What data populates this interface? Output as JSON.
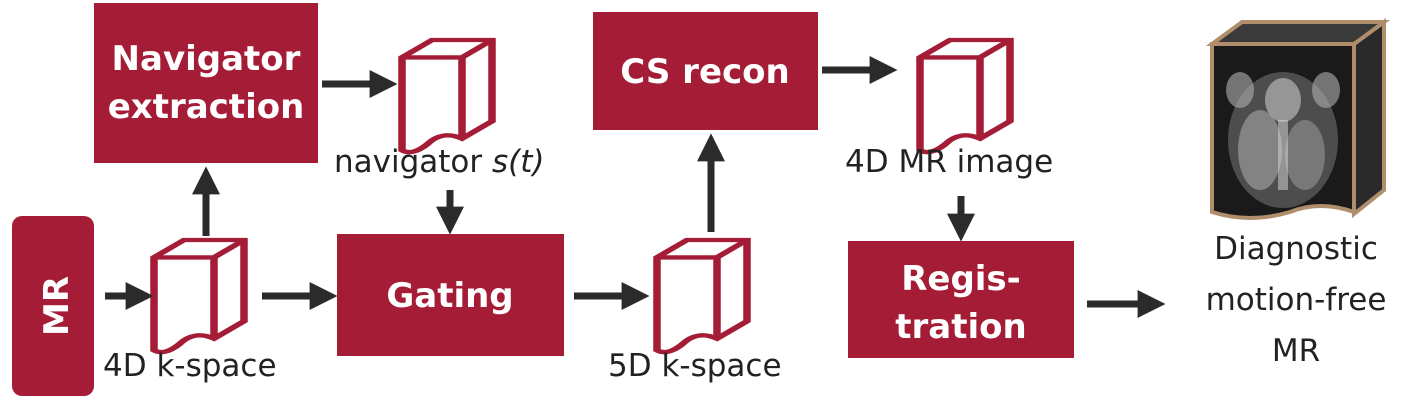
{
  "colors": {
    "box": "#a51c37",
    "arrow": "#2b2b2b",
    "cube_stroke": "#a51c37",
    "photo_frame": "#b08d6b"
  },
  "boxes": {
    "mr": "MR",
    "navigator_line1": "Navigator",
    "navigator_line2": "extraction",
    "gating": "Gating",
    "cs_recon": "CS recon",
    "registration_line1": "Regis-",
    "registration_line2": "tration"
  },
  "labels": {
    "k4d": "4D k-space",
    "navigator_prefix": "navigator ",
    "navigator_signal": "s(t)",
    "k5d": "5D k-space",
    "mr_image": "4D MR image",
    "output_line1": "Diagnostic",
    "output_line2": "motion-free",
    "output_line3": "MR"
  },
  "icons": {
    "cube": "data-cube-icon",
    "photo": "mr-scan-image-icon"
  }
}
